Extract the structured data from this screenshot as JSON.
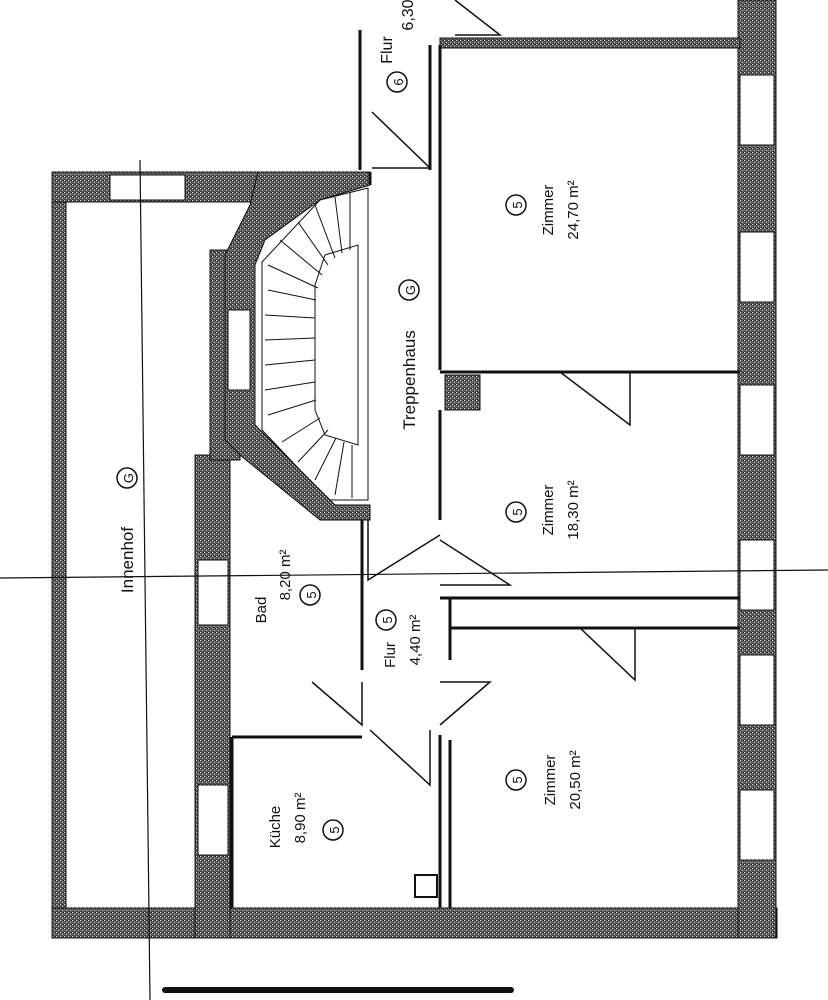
{
  "plan": {
    "colors": {
      "wall_hatch": "#4a4a4a",
      "line": "#111111",
      "paper": "#ffffff"
    },
    "rooms": {
      "innenhof": {
        "name": "Innenhof",
        "marker": "G"
      },
      "treppenhaus": {
        "name": "Treppenhaus",
        "marker": "G"
      },
      "flur_top": {
        "name": "Flur",
        "area": "6,30",
        "marker": "6"
      },
      "zimmer1": {
        "name": "Zimmer",
        "area": "24,70 m²",
        "marker": "5"
      },
      "zimmer2": {
        "name": "Zimmer",
        "area": "18,30 m²",
        "marker": "5"
      },
      "zimmer3": {
        "name": "Zimmer",
        "area": "20,50 m²",
        "marker": "5"
      },
      "bad": {
        "name": "Bad",
        "area": "8,20 m²",
        "marker": "5"
      },
      "flur": {
        "name": "Flur",
        "area": "4,40 m²",
        "marker": "5"
      },
      "kueche": {
        "name": "Küche",
        "area": "8,90 m²",
        "marker": "5"
      }
    }
  }
}
